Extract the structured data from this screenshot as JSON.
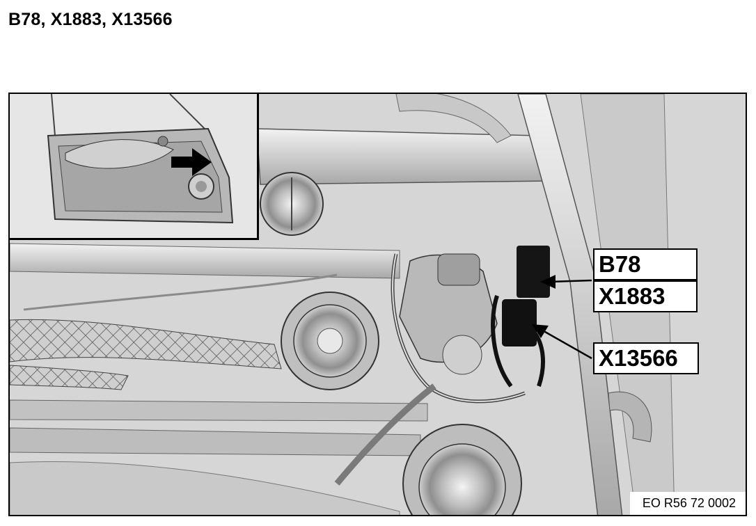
{
  "header": {
    "title": "B78, X1883, X13566"
  },
  "callouts": [
    {
      "label": "B78"
    },
    {
      "label": "X1883"
    },
    {
      "label": "X13566"
    }
  ],
  "figure_reference": "EO R56 72 0002",
  "icons": {
    "inset_arrow": "right-arrow-icon"
  }
}
